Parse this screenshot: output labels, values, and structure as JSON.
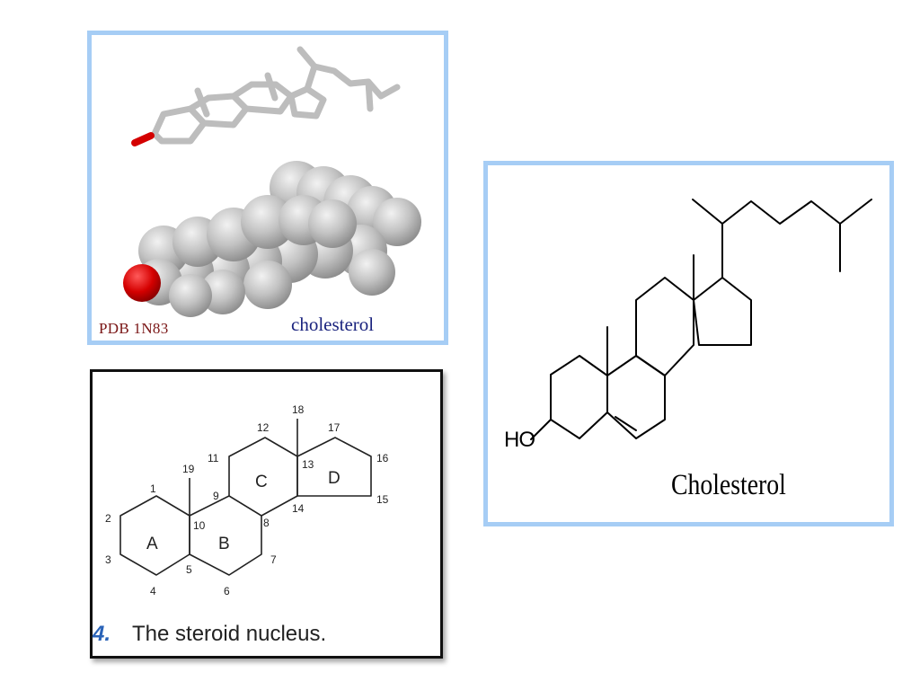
{
  "panel_3d": {
    "pdb_label": "PDB 1N83",
    "molecule_label": "cholesterol",
    "colors": {
      "carbon": "#b9b9b9",
      "oxygen": "#d40000",
      "border": "#a6cdf5"
    }
  },
  "structural_formula": {
    "hydroxyl_label": "HO",
    "name_label": "Cholesterol"
  },
  "steroid_nucleus": {
    "rings": [
      "A",
      "B",
      "C",
      "D"
    ],
    "atoms": [
      "1",
      "2",
      "3",
      "4",
      "5",
      "6",
      "7",
      "8",
      "9",
      "10",
      "11",
      "12",
      "13",
      "14",
      "15",
      "16",
      "17",
      "18",
      "19"
    ],
    "caption_number": "4.",
    "caption_text": "The steroid nucleus."
  }
}
